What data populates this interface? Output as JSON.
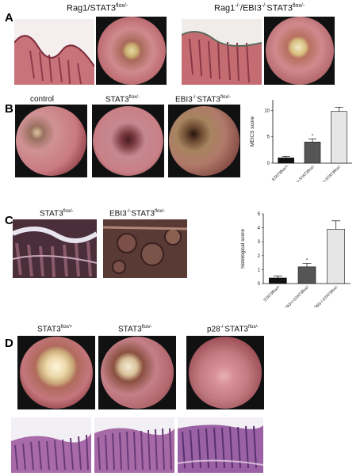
{
  "panels": {
    "A": {
      "letter": "A",
      "title_left": "Rag1/STAT3",
      "title_left_sup": "flox/-",
      "title_right_prefix": "Rag1",
      "title_right_sup1": "-/-",
      "title_right_mid": "/EBI3",
      "title_right_sup2": "-/-",
      "title_right_suffix": "STAT3",
      "title_right_sup3": "flox/-"
    },
    "B": {
      "letter": "B",
      "label_control": "control",
      "label_stat3": "STAT3",
      "label_stat3_sup": "flox/-",
      "label_ebi3": "EBI3",
      "label_ebi3_sup1": "-/-",
      "label_ebi3_mid": "STAT3",
      "label_ebi3_sup2": "flox/-"
    },
    "C": {
      "letter": "C",
      "label_stat3": "STAT3",
      "label_stat3_sup": "flox/-",
      "label_ebi3": "EBI3",
      "label_ebi3_sup1": "-/-",
      "label_ebi3_mid": "STAT3",
      "label_ebi3_sup2": "flox/-"
    },
    "D": {
      "letter": "D",
      "label_1": "STAT3",
      "label_1_sup": "flox/+",
      "label_2": "STAT3",
      "label_2_sup": "flox/-",
      "label_3_prefix": "p28",
      "label_3_sup1": "-/-",
      "label_3_mid": "STAT3",
      "label_3_sup2": "flox/-"
    }
  },
  "chart_data": [
    {
      "type": "bar",
      "ylabel": "MEICS score",
      "ylim": [
        0,
        12
      ],
      "yticks": [
        0,
        5,
        10
      ],
      "categories": [
        "STAT3flox/+",
        "EBI3+/-STAT3flox/-",
        "EBI3-/-STAT3flox/-"
      ],
      "values": [
        1,
        4,
        9.8
      ],
      "errors": [
        0.3,
        0.6,
        0.8
      ],
      "bar_colors": [
        "#111111",
        "#555555",
        "#e6e6e6"
      ],
      "significance": [
        "",
        "*",
        ""
      ]
    },
    {
      "type": "bar",
      "ylabel": "histological score",
      "ylim": [
        0,
        5
      ],
      "yticks": [
        0,
        1,
        2,
        3,
        4,
        5
      ],
      "categories": [
        "STAT3flox/+",
        "EBI3+/-STAT3flox/-",
        "EBI3-/-STAT3flox/-"
      ],
      "values": [
        0.4,
        1.2,
        3.9
      ],
      "errors": [
        0.15,
        0.25,
        0.6
      ],
      "bar_colors": [
        "#111111",
        "#555555",
        "#e6e6e6"
      ],
      "significance": [
        "",
        "*",
        ""
      ]
    }
  ]
}
